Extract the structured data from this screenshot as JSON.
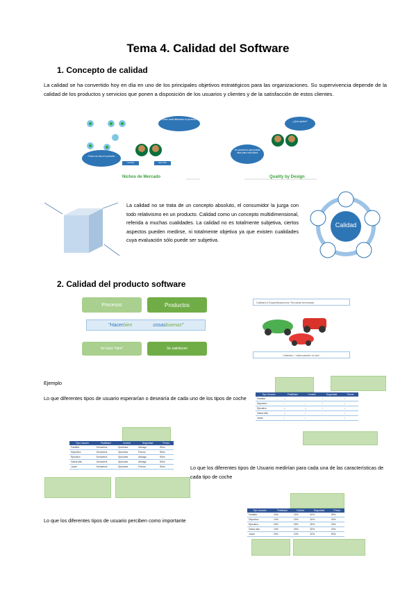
{
  "title": "Tema 4. Calidad del Software",
  "section1": {
    "heading": "1.  Concepto de calidad",
    "paragraph": "La calidad se ha convertido hoy en día en uno de los principales objetivos estratégicos para las organizaciones. Su supervivencia depende de la calidad de los productos y servicios que ponen a disposición de los usuarios y clientes y de la satisfacción de estos clientes.",
    "fig_left_caption": "Nichos de Mercado",
    "fig_right_caption": "Quality by Design",
    "cloud1": "Cómo está fabricado el producto",
    "cloud2": "Cómo se usa el producto",
    "cloud3": "¿Qué quiere?",
    "cloud4": "Un producto que pueda usar para una tarea",
    "tag1": "Ventaja",
    "tag2": "Mercado",
    "paragraph2": "La calidad no se trata de un concepto absoluto, el consumidor la juzga con todo relativismo en un producto. Calidad como un concepto multidimensional, referida a muchas cualidades. La calidad no es totalmente subjetiva, ciertos aspectos pueden medirse, ni totalmente objetiva ya que existen cualidades cuya evaluación sólo puede ser subjetiva.",
    "cycle_center": "Calidad"
  },
  "section2": {
    "heading": "2.  Calidad del producto software",
    "box_procesos": "Procesos",
    "box_productos": "Productos",
    "slogan_prefix": "\"Hacer ",
    "slogan_bien": "bien",
    "slogan_mid": "cosas ",
    "slogan_buenas": "buenas",
    "slogan_end": "\"",
    "box_bottom_left": "Se hace \"bien\"",
    "box_bottom_right": "Se satisfacen",
    "right_title": "Calidad ≠ Especificaciones Técnicas Inmensas",
    "right_bottom": "Calidad = \"adecuación al uso\""
  },
  "example": {
    "label": "Ejemplo",
    "text1": "Lo que diferentes tipos de usuario esperarían o desearía de cada uno de los tipos de coche",
    "text2": "Lo que los diferentes tipos de Usuario medirían para cada una de las características de cada tipo de coche",
    "text3": "Lo que los diferentes tipos de usuario perciben como importante",
    "table1_headers": [
      "Tipo Usuario",
      "Fiabilidad",
      "Confort",
      "Seguridad",
      "Precio"
    ],
    "table1_rows": [
      [
        "Familiar",
        "↔",
        "-",
        "↑",
        "↓"
      ],
      [
        "Deportivo",
        "↓",
        "-",
        "↑",
        "↓"
      ],
      [
        "Ejecutivo",
        "↔",
        "↔",
        "↑",
        "↓"
      ],
      [
        "Gama alta",
        "↔",
        "↑",
        "-",
        "↓"
      ],
      [
        "Joven",
        "↓",
        "↓",
        "-",
        "↑"
      ]
    ],
    "table2_headers": [
      "Tipo Usuario",
      "Fiabilidad",
      "Confort",
      "Seguridad",
      "Precio"
    ],
    "table2_rows": [
      [
        "Familiar",
        "Km/avería",
        "Opciones",
        "Airbags",
        "€/km"
      ],
      [
        "Deportivo",
        "Km/avería",
        "Opciones",
        "Frenos",
        "€/km"
      ],
      [
        "Ejecutivo",
        "Km/avería",
        "Opciones",
        "Airbags",
        "€/km"
      ],
      [
        "Gama alta",
        "Km/avería",
        "Opciones",
        "Airbags",
        "€/km"
      ],
      [
        "Joven",
        "Km/avería",
        "Opciones",
        "Frenos",
        "€/km"
      ]
    ],
    "table3_headers": [
      "Tipo Usuario",
      "Fiabilidad",
      "Confort",
      "Seguridad",
      "Precio"
    ],
    "table3_rows": [
      [
        "Familiar",
        "20%",
        "15%",
        "40%",
        "25%"
      ],
      [
        "Deportivo",
        "10%",
        "20%",
        "30%",
        "40%"
      ],
      [
        "Ejecutivo",
        "20%",
        "30%",
        "30%",
        "20%"
      ],
      [
        "Gama alta",
        "10%",
        "40%",
        "30%",
        "20%"
      ],
      [
        "Joven",
        "20%",
        "10%",
        "20%",
        "50%"
      ]
    ]
  }
}
